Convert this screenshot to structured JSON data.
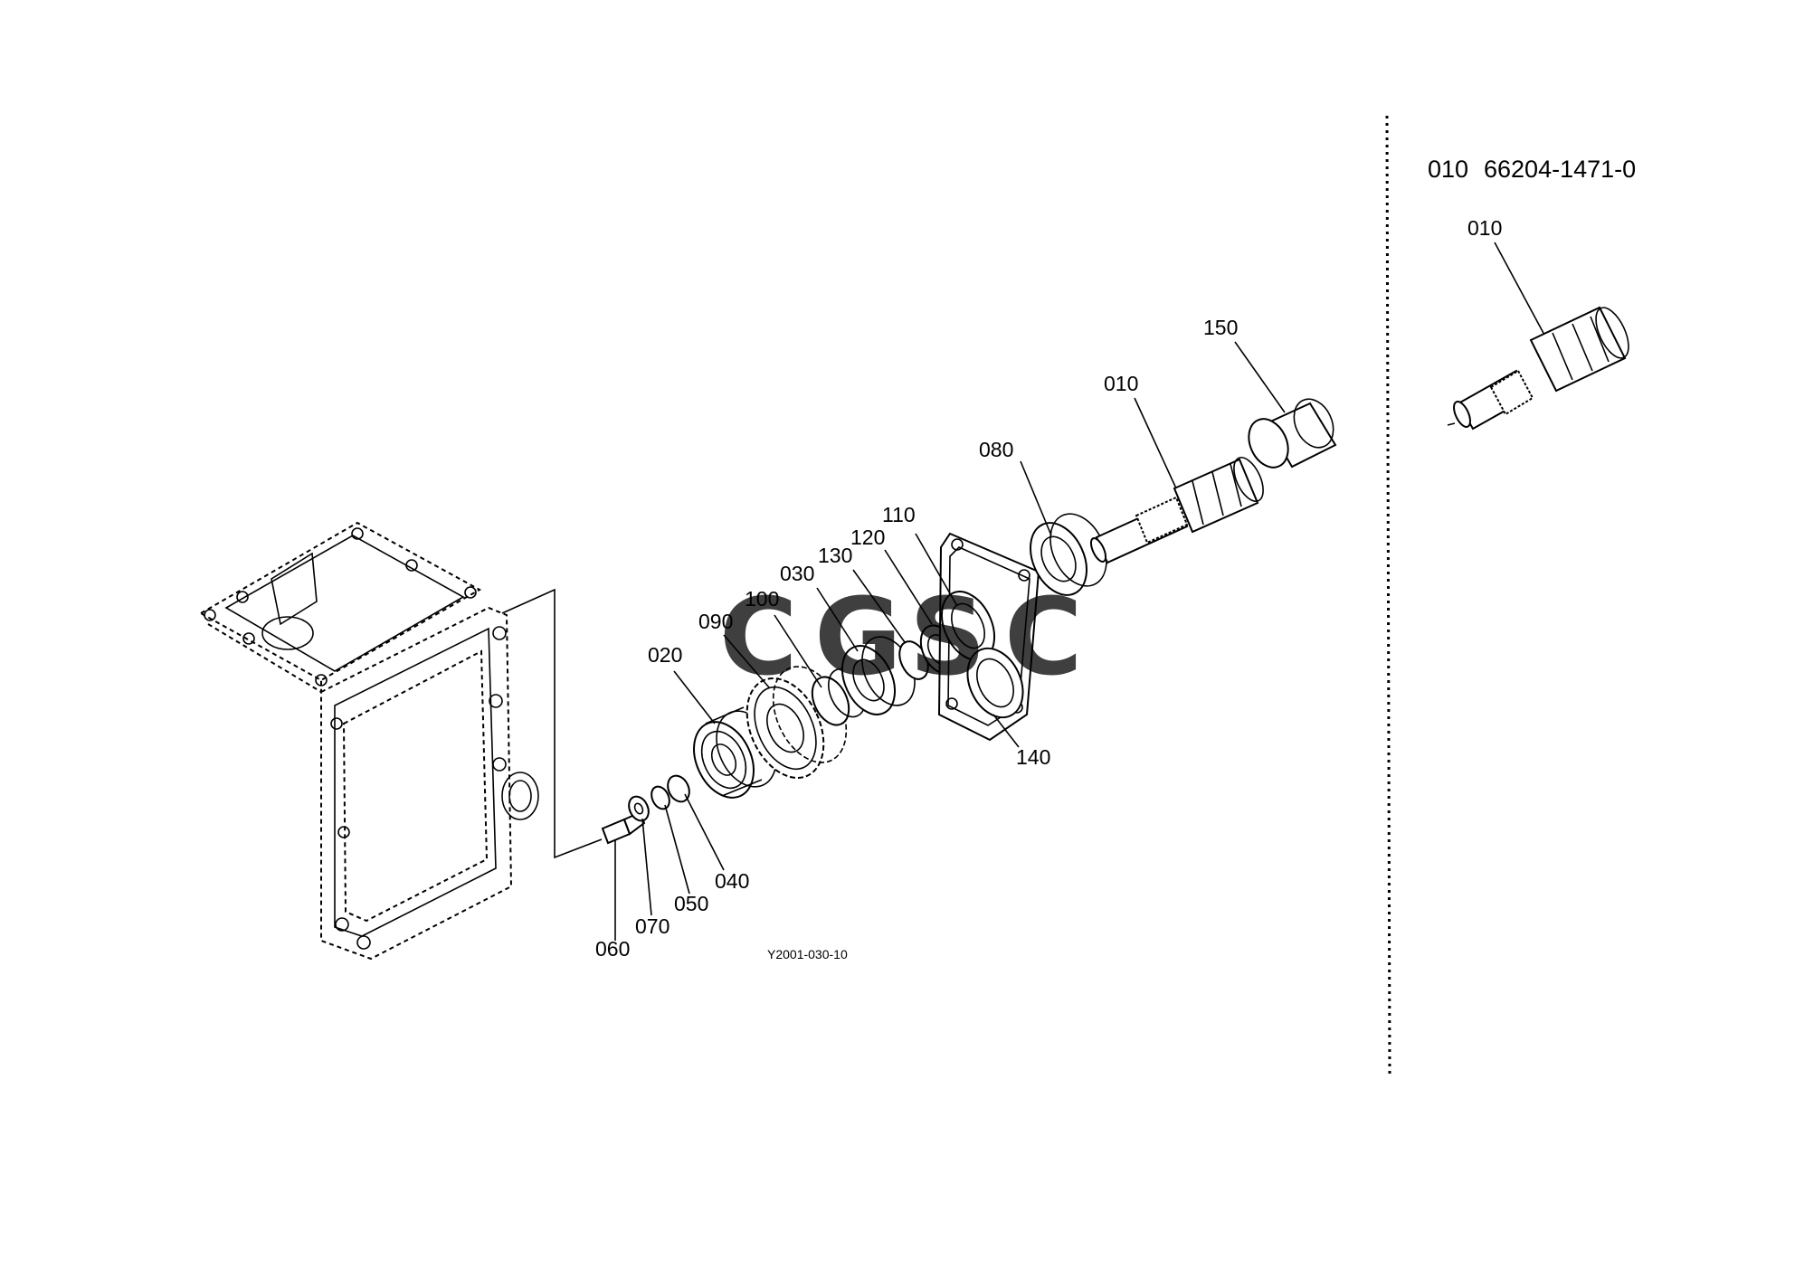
{
  "diagram": {
    "drawing_code": "Y2001-030-10",
    "callouts": [
      "010",
      "020",
      "030",
      "040",
      "050",
      "060",
      "070",
      "080",
      "090",
      "100",
      "110",
      "120",
      "130",
      "140",
      "150"
    ]
  },
  "side_panel": {
    "part_entry": {
      "ref": "010",
      "part_number": "66204-1471-0"
    },
    "callout": "010"
  },
  "watermark": {
    "letters": [
      "C",
      "G",
      "S",
      "C"
    ],
    "colors": [
      "#4c87f0",
      "#e8685c",
      "#f2c43a",
      "#4fae7c"
    ]
  }
}
